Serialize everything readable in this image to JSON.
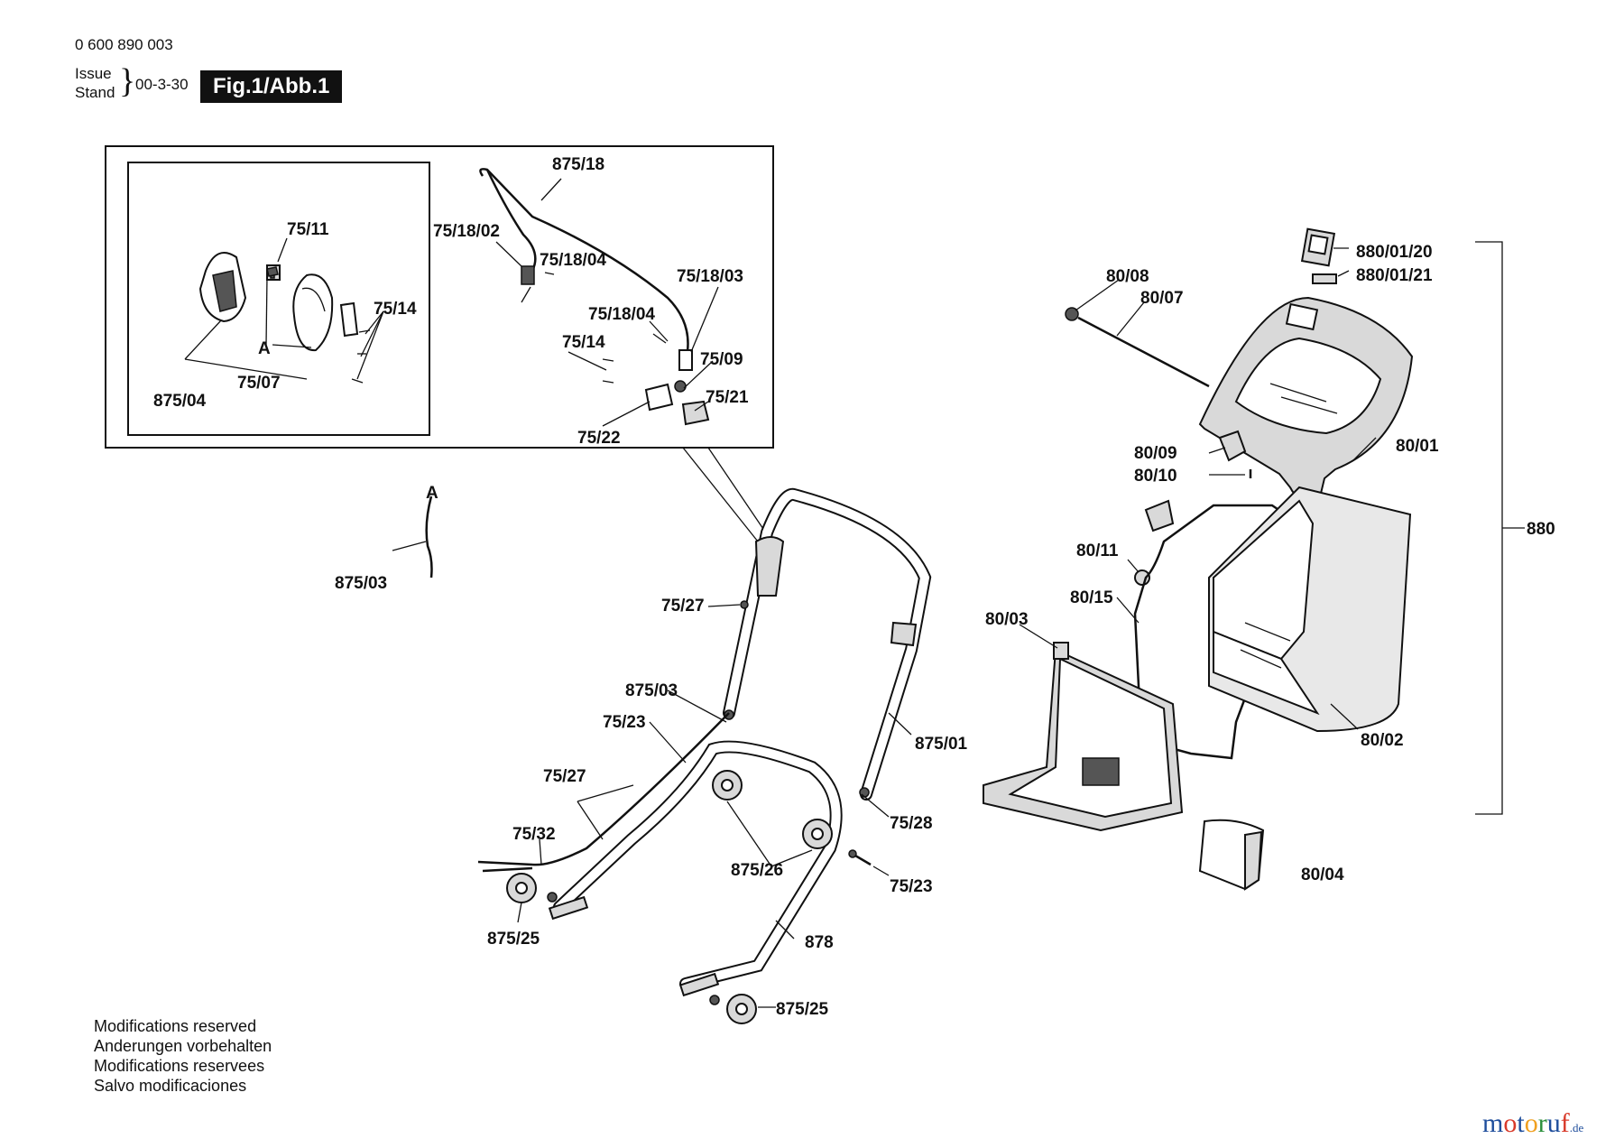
{
  "header": {
    "part_number": "0 600 890 003",
    "issue_label": "Issue",
    "stand_label": "Stand",
    "brace": "}",
    "date": "00-3-30",
    "figure": "Fig.1/Abb.1"
  },
  "footer": {
    "notes": [
      "Modifications reserved",
      "Anderungen vorbehalten",
      "Modifications reservees",
      "Salvo modificaciones"
    ]
  },
  "brand": {
    "prefix": "motoruf",
    "suffix": ".de",
    "colors": {
      "m": "#1f4e9c",
      "o1": "#d83a2a",
      "t": "#1f4e9c",
      "o2": "#f0a020",
      "r": "#2a8f3a",
      "u": "#1f4e9c",
      "f": "#d83a2a"
    }
  },
  "labels": {
    "l875_18": "875/18",
    "l75_18_02": "75/18/02",
    "l75_18_04a": "75/18/04",
    "l75_18_03": "75/18/03",
    "l75_18_04b": "75/18/04",
    "l75_14b": "75/14",
    "l75_09": "75/09",
    "l75_21": "75/21",
    "l75_22": "75/22",
    "l75_11": "75/11",
    "l75_14a": "75/14",
    "lA1": "A",
    "l75_07": "75/07",
    "l875_04": "875/04",
    "lA2": "A",
    "l875_03a": "875/03",
    "l75_27a": "75/27",
    "l875_03b": "875/03",
    "l75_23a": "75/23",
    "l75_27b": "75/27",
    "l75_32": "75/32",
    "l875_25a": "875/25",
    "l875_26": "875/26",
    "l878": "878",
    "l875_25b": "875/25",
    "l75_23b": "75/23",
    "l75_28": "75/28",
    "l875_01": "875/01",
    "l80_08": "80/08",
    "l80_07": "80/07",
    "l880_01_20": "880/01/20",
    "l880_01_21": "880/01/21",
    "l80_09": "80/09",
    "l80_10": "80/10",
    "l80_01": "80/01",
    "l80_11": "80/11",
    "l80_15": "80/15",
    "l80_03": "80/03",
    "l80_02": "80/02",
    "l80_04": "80/04",
    "l880": "880"
  }
}
